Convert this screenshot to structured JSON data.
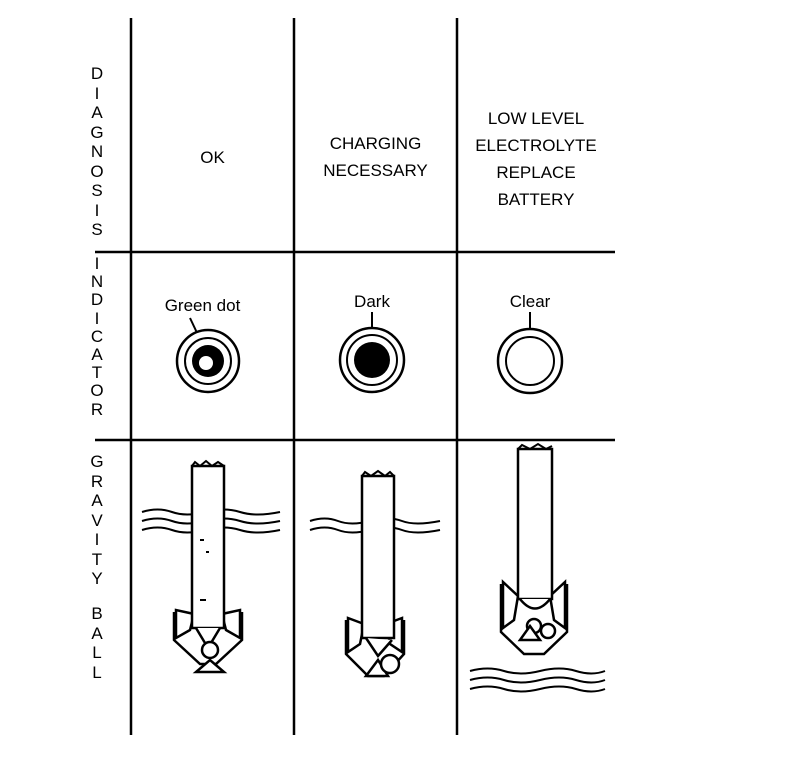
{
  "rows": {
    "diagnosis": "DIAGNOSIS",
    "indicator": "INDICATOR",
    "gravity": "GRAVITY",
    "ball": "BALL"
  },
  "columns": [
    {
      "diagnosis": [
        "OK"
      ],
      "indicator_label": "Green dot",
      "indicator_state": "green-dot"
    },
    {
      "diagnosis": [
        "CHARGING",
        "NECESSARY"
      ],
      "indicator_label": "Dark",
      "indicator_state": "dark"
    },
    {
      "diagnosis": [
        "LOW LEVEL",
        "ELECTROLYTE",
        "REPLACE",
        "BATTERY"
      ],
      "indicator_label": "Clear",
      "indicator_state": "clear"
    }
  ]
}
